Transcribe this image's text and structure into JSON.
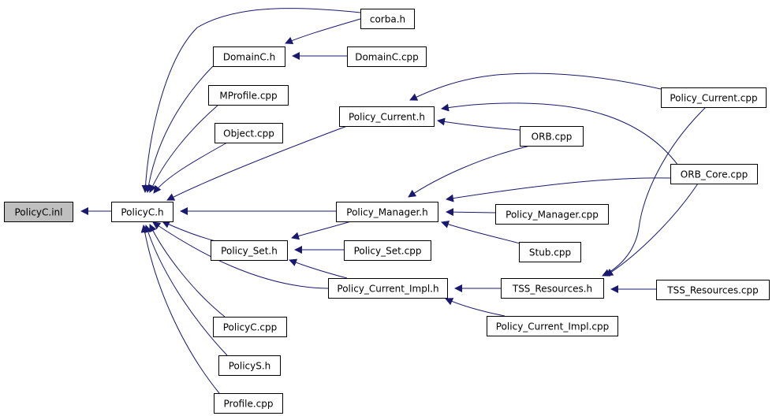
{
  "graph": {
    "nodes": [
      {
        "id": "policyc_inl",
        "label": "PolicyC.inl",
        "highlighted": true
      },
      {
        "id": "policyc_h",
        "label": "PolicyC.h"
      },
      {
        "id": "corba_h",
        "label": "corba.h"
      },
      {
        "id": "domainc_h",
        "label": "DomainC.h"
      },
      {
        "id": "domainc_cpp",
        "label": "DomainC.cpp"
      },
      {
        "id": "mprofile_cpp",
        "label": "MProfile.cpp"
      },
      {
        "id": "object_cpp",
        "label": "Object.cpp"
      },
      {
        "id": "policy_current_h",
        "label": "Policy_Current.h"
      },
      {
        "id": "policy_current_cpp",
        "label": "Policy_Current.cpp"
      },
      {
        "id": "orb_cpp",
        "label": "ORB.cpp"
      },
      {
        "id": "orb_core_cpp",
        "label": "ORB_Core.cpp"
      },
      {
        "id": "policy_manager_h",
        "label": "Policy_Manager.h"
      },
      {
        "id": "policy_manager_cpp",
        "label": "Policy_Manager.cpp"
      },
      {
        "id": "policy_set_h",
        "label": "Policy_Set.h"
      },
      {
        "id": "policy_set_cpp",
        "label": "Policy_Set.cpp"
      },
      {
        "id": "stub_cpp",
        "label": "Stub.cpp"
      },
      {
        "id": "policy_current_impl_h",
        "label": "Policy_Current_Impl.h"
      },
      {
        "id": "tss_resources_h",
        "label": "TSS_Resources.h"
      },
      {
        "id": "tss_resources_cpp",
        "label": "TSS_Resources.cpp"
      },
      {
        "id": "policy_current_impl_cpp",
        "label": "Policy_Current_Impl.cpp"
      },
      {
        "id": "policyc_cpp",
        "label": "PolicyC.cpp"
      },
      {
        "id": "policys_h",
        "label": "PolicyS.h"
      },
      {
        "id": "profile_cpp",
        "label": "Profile.cpp"
      }
    ],
    "edges": [
      {
        "from": "policyc_h",
        "to": "policyc_inl"
      },
      {
        "from": "corba_h",
        "to": "policyc_h"
      },
      {
        "from": "domainc_h",
        "to": "policyc_h"
      },
      {
        "from": "mprofile_cpp",
        "to": "policyc_h"
      },
      {
        "from": "object_cpp",
        "to": "policyc_h"
      },
      {
        "from": "policy_current_h",
        "to": "policyc_h"
      },
      {
        "from": "policy_manager_h",
        "to": "policyc_h"
      },
      {
        "from": "policy_set_h",
        "to": "policyc_h"
      },
      {
        "from": "policy_current_impl_h",
        "to": "policyc_h"
      },
      {
        "from": "policyc_cpp",
        "to": "policyc_h"
      },
      {
        "from": "policys_h",
        "to": "policyc_h"
      },
      {
        "from": "profile_cpp",
        "to": "policyc_h"
      },
      {
        "from": "corba_h",
        "to": "domainc_h"
      },
      {
        "from": "domainc_cpp",
        "to": "domainc_h"
      },
      {
        "from": "policy_current_cpp",
        "to": "policy_current_h"
      },
      {
        "from": "orb_cpp",
        "to": "policy_current_h"
      },
      {
        "from": "orb_core_cpp",
        "to": "policy_current_h"
      },
      {
        "from": "orb_cpp",
        "to": "policy_manager_h"
      },
      {
        "from": "orb_core_cpp",
        "to": "policy_manager_h"
      },
      {
        "from": "policy_manager_cpp",
        "to": "policy_manager_h"
      },
      {
        "from": "stub_cpp",
        "to": "policy_manager_h"
      },
      {
        "from": "policy_manager_h",
        "to": "policy_set_h"
      },
      {
        "from": "policy_set_cpp",
        "to": "policy_set_h"
      },
      {
        "from": "policy_current_impl_h",
        "to": "policy_set_h"
      },
      {
        "from": "tss_resources_h",
        "to": "policy_current_impl_h"
      },
      {
        "from": "policy_current_impl_cpp",
        "to": "policy_current_impl_h"
      },
      {
        "from": "policy_current_cpp",
        "to": "tss_resources_h"
      },
      {
        "from": "orb_core_cpp",
        "to": "tss_resources_h"
      },
      {
        "from": "tss_resources_cpp",
        "to": "tss_resources_h"
      }
    ],
    "colors": {
      "edge": "#191970",
      "highlight_fill": "#bfbfbf",
      "node_fill": "#ffffff",
      "border": "#000000"
    }
  }
}
